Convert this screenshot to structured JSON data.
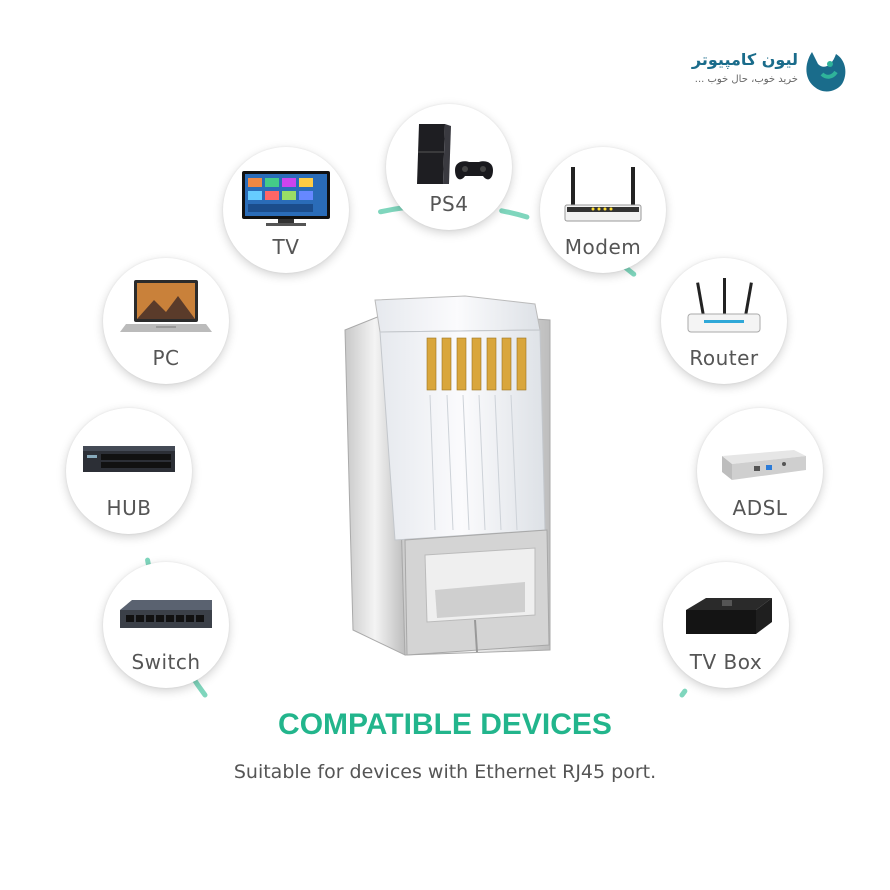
{
  "logo": {
    "name": "لیون کامپیوتر",
    "tagline": "خرید خوب، حال خوب ...",
    "icon": "lion-logo-icon"
  },
  "devices": [
    {
      "label": "PS4",
      "icon": "ps4-console-icon"
    },
    {
      "label": "TV",
      "icon": "tv-icon"
    },
    {
      "label": "Modem",
      "icon": "modem-icon"
    },
    {
      "label": "PC",
      "icon": "laptop-icon"
    },
    {
      "label": "Router",
      "icon": "router-icon"
    },
    {
      "label": "HUB",
      "icon": "hub-icon"
    },
    {
      "label": "ADSL",
      "icon": "adsl-icon"
    },
    {
      "label": "Switch",
      "icon": "switch-icon"
    },
    {
      "label": "TV Box",
      "icon": "tv-box-icon"
    }
  ],
  "heading": "COMPATIBLE DEVICES",
  "subheading": "Suitable for devices with Ethernet RJ45 port.",
  "colors": {
    "accent": "#22b58c",
    "arc": "#7fd6bd",
    "text": "#555555"
  }
}
